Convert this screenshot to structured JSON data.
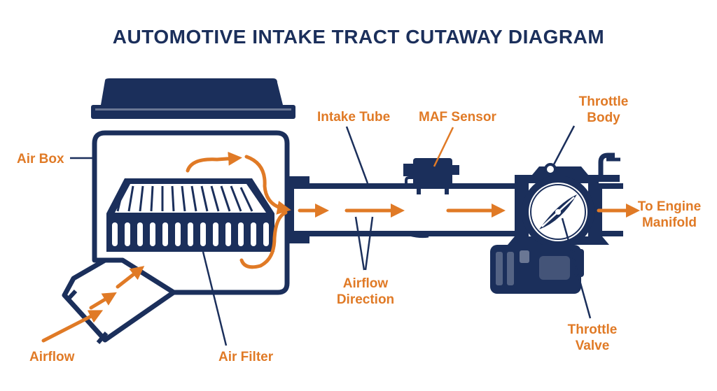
{
  "title": "AUTOMOTIVE INTAKE TRACT CUTAWAY DIAGRAM",
  "labels": {
    "air_box": "Air Box",
    "airflow": "Airflow",
    "air_filter": "Air Filter",
    "intake_tube": "Intake Tube",
    "maf_sensor": "MAF Sensor",
    "airflow_direction_1": "Airflow",
    "airflow_direction_2": "Direction",
    "throttle_body_1": "Throttle",
    "throttle_body_2": "Body",
    "to_engine_1": "To Engine",
    "to_engine_2": "Manifold",
    "throttle_valve_1": "Throttle",
    "throttle_valve_2": "Valve"
  },
  "colors": {
    "navy": "#1b2f5b",
    "orange": "#e07a26",
    "background": "#ffffff",
    "pleat_light": "#e8ecf2"
  }
}
